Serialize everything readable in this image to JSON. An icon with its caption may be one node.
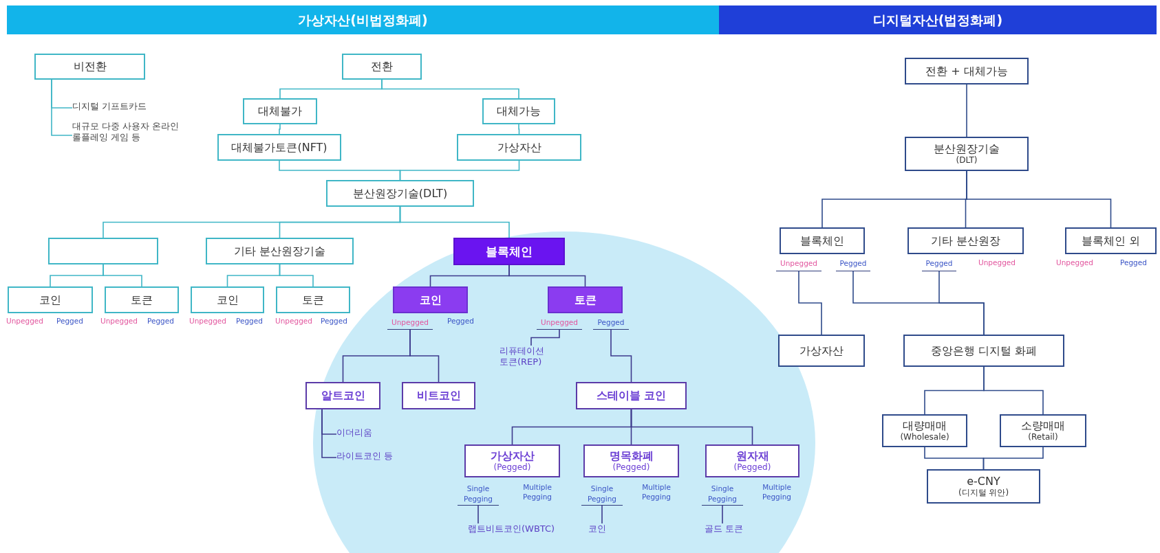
{
  "diagram": {
    "nodes": [
      {
        "text": [
          "가상자산(비법정화폐)"
        ]
      },
      {
        "text": [
          "디지털자산(법정화폐)"
        ]
      },
      {
        "text": [
          "비전환"
        ]
      },
      {
        "text": [
          "디지털 기프트카드"
        ]
      },
      {
        "text": [
          "대규모 다중 사용자 온라인 롤플레잉 게임 등"
        ]
      },
      {
        "text": [
          "전환"
        ]
      },
      {
        "text": [
          "대체불가"
        ]
      },
      {
        "text": [
          "대체가능"
        ]
      },
      {
        "text": [
          "대체불가토큰(NFT)"
        ]
      },
      {
        "text": [
          "가상자산"
        ]
      },
      {
        "text": [
          "분산원장기술(DLT)"
        ]
      },
      {
        "text": [],
        "shape": "box"
      },
      {
        "text": [
          "기타 분산원장기술"
        ]
      },
      {
        "text": [
          "블록체인"
        ]
      },
      {
        "text": [
          "코인"
        ],
        "beside": [
          "Unpegged",
          "Pegged"
        ]
      },
      {
        "text": [
          "토큰"
        ],
        "beside": [
          "Unpegged",
          "Pegged"
        ]
      },
      {
        "text": [
          "코인"
        ],
        "beside": [
          "Unpegged",
          "Pegged"
        ]
      },
      {
        "text": [
          "토큰"
        ],
        "beside": [
          "Unpegged",
          "Pegged"
        ]
      },
      {
        "text": [
          "코인"
        ],
        "beside": [
          "Pegged"
        ]
      },
      {
        "text": [
          "토큰"
        ]
      },
      {
        "text": [
          "Unpegged"
        ]
      },
      {
        "text": [
          "Unpegged"
        ]
      },
      {
        "text": [
          "Pegged"
        ]
      },
      {
        "text": [
          "리퓨테이션 토큰(REP)"
        ]
      },
      {
        "text": [
          "알트코인"
        ]
      },
      {
        "text": [
          "비트코인"
        ]
      },
      {
        "text": [
          "스테이블 코인"
        ]
      },
      {
        "text": [
          "이더리움"
        ]
      },
      {
        "text": [
          "라이트코인 등"
        ]
      },
      {
        "text": [
          "가상자산",
          "(Pegged)"
        ],
        "beside": [
          "Multiple Pegging"
        ]
      },
      {
        "text": [
          "명목화폐",
          "(Pegged)"
        ],
        "beside": [
          "Multiple Pegging"
        ]
      },
      {
        "text": [
          "원자재",
          "(Pegged)"
        ],
        "beside": [
          "Multiple Pegging"
        ]
      },
      {
        "text": [
          "Single Pegging"
        ]
      },
      {
        "text": [
          "랩트비트코인(WBTC)"
        ]
      },
      {
        "text": [
          "Single Pegging"
        ]
      },
      {
        "text": [
          "코인"
        ]
      },
      {
        "text": [
          "Single Pegging"
        ]
      },
      {
        "text": [
          "골드 토큰"
        ]
      },
      {
        "text": [
          "전환 + 대체가능"
        ]
      },
      {
        "text": [
          "분산원장기술",
          "(DLT)"
        ]
      },
      {
        "text": [
          "블록체인"
        ]
      },
      {
        "text": [
          "기타 분산원장"
        ],
        "beside": [
          "Unpegged"
        ]
      },
      {
        "text": [
          "블록체인 외"
        ],
        "beside": [
          "Unpegged",
          "Pegged"
        ]
      },
      {
        "text": [
          "Unpegged"
        ]
      },
      {
        "text": [
          "Pegged"
        ]
      },
      {
        "text": [
          "Pegged"
        ]
      },
      {
        "text": [
          "가상자산"
        ]
      },
      {
        "text": [
          "중앙은행 디지털 화폐"
        ]
      },
      {
        "text": [
          "대량매매",
          "(Wholesale)"
        ]
      },
      {
        "text": [
          "소량매매",
          "(Retail)"
        ]
      },
      {
        "text": [
          "e-CNY",
          "(디지털 위안)"
        ]
      }
    ],
    "edges": [
      {
        "from": 2,
        "to": 3,
        "arrow": "none"
      },
      {
        "from": 2,
        "to": 4,
        "arrow": "none"
      },
      {
        "from": 5,
        "to": 6,
        "arrow": "none"
      },
      {
        "from": 5,
        "to": 7,
        "arrow": "none"
      },
      {
        "from": 6,
        "to": 8,
        "arrow": "none"
      },
      {
        "from": 7,
        "to": 9,
        "arrow": "none"
      },
      {
        "from": 8,
        "to": 10,
        "arrow": "none"
      },
      {
        "from": 9,
        "to": 10,
        "arrow": "none"
      },
      {
        "from": 10,
        "to": 11,
        "arrow": "none"
      },
      {
        "from": 10,
        "to": 12,
        "arrow": "none"
      },
      {
        "from": 10,
        "to": 13,
        "arrow": "none"
      },
      {
        "from": 11,
        "to": 14,
        "arrow": "none"
      },
      {
        "from": 11,
        "to": 15,
        "arrow": "none"
      },
      {
        "from": 12,
        "to": 16,
        "arrow": "none"
      },
      {
        "from": 12,
        "to": 17,
        "arrow": "none"
      },
      {
        "from": 13,
        "to": 18,
        "arrow": "none",
        "color": "#3d3a8c"
      },
      {
        "from": 13,
        "to": 19,
        "arrow": "none",
        "color": "#3d3a8c"
      },
      {
        "from": 20,
        "to": 24,
        "arrow": "none",
        "color": "#3d3a8c"
      },
      {
        "from": 20,
        "to": 25,
        "arrow": "none",
        "color": "#3d3a8c"
      },
      {
        "from": 21,
        "to": 23,
        "arrow": "none",
        "color": "#3d3a8c"
      },
      {
        "from": 22,
        "to": 26,
        "arrow": "none",
        "color": "#3d3a8c"
      },
      {
        "from": 24,
        "to": 27,
        "arrow": "none",
        "color": "#3d3a8c"
      },
      {
        "from": 24,
        "to": 28,
        "arrow": "none",
        "color": "#3d3a8c"
      },
      {
        "from": 26,
        "to": 29,
        "arrow": "none",
        "color": "#3d3a8c"
      },
      {
        "from": 26,
        "to": 30,
        "arrow": "none",
        "color": "#3d3a8c"
      },
      {
        "from": 26,
        "to": 31,
        "arrow": "none",
        "color": "#3d3a8c"
      },
      {
        "from": 32,
        "to": 33,
        "arrow": "none",
        "color": "#3d3a8c"
      },
      {
        "from": 34,
        "to": 35,
        "arrow": "none",
        "color": "#3d3a8c"
      },
      {
        "from": 36,
        "to": 37,
        "arrow": "none",
        "color": "#3d3a8c"
      },
      {
        "from": 38,
        "to": 39,
        "arrow": "none",
        "color": "#2e4a8a"
      },
      {
        "from": 39,
        "to": 40,
        "arrow": "none",
        "color": "#2e4a8a"
      },
      {
        "from": 39,
        "to": 41,
        "arrow": "none",
        "color": "#2e4a8a"
      },
      {
        "from": 39,
        "to": 42,
        "arrow": "none",
        "color": "#2e4a8a"
      },
      {
        "from": 43,
        "to": 46,
        "arrow": "none",
        "color": "#2e4a8a"
      },
      {
        "from": 44,
        "to": 47,
        "arrow": "none",
        "color": "#2e4a8a"
      },
      {
        "from": 45,
        "to": 47,
        "arrow": "none",
        "color": "#2e4a8a"
      },
      {
        "from": 47,
        "to": 48,
        "arrow": "none",
        "color": "#2e4a8a"
      },
      {
        "from": 47,
        "to": 49,
        "arrow": "none",
        "color": "#2e4a8a"
      },
      {
        "from": 48,
        "to": 50,
        "arrow": "none",
        "color": "#2e4a8a"
      },
      {
        "from": 49,
        "to": 50,
        "arrow": "none",
        "color": "#2e4a8a"
      }
    ]
  }
}
